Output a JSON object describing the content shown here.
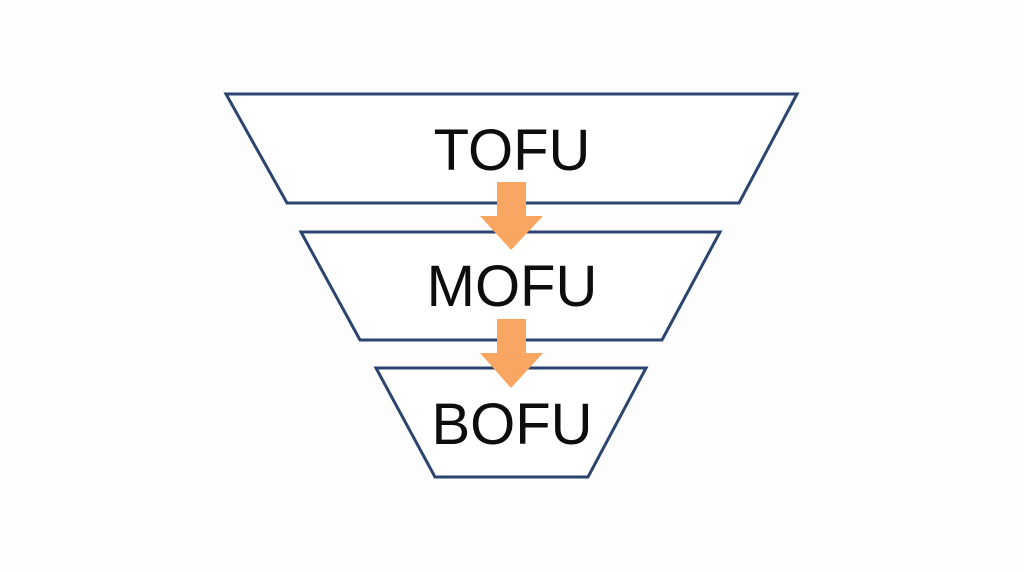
{
  "funnel": {
    "stages": [
      {
        "label": "TOFU"
      },
      {
        "label": "MOFU"
      },
      {
        "label": "BOFU"
      }
    ]
  },
  "colors": {
    "outline": "#2c4470",
    "fill": "#ffffff",
    "arrow": "#f8a662",
    "text": "#0d0d0d"
  }
}
